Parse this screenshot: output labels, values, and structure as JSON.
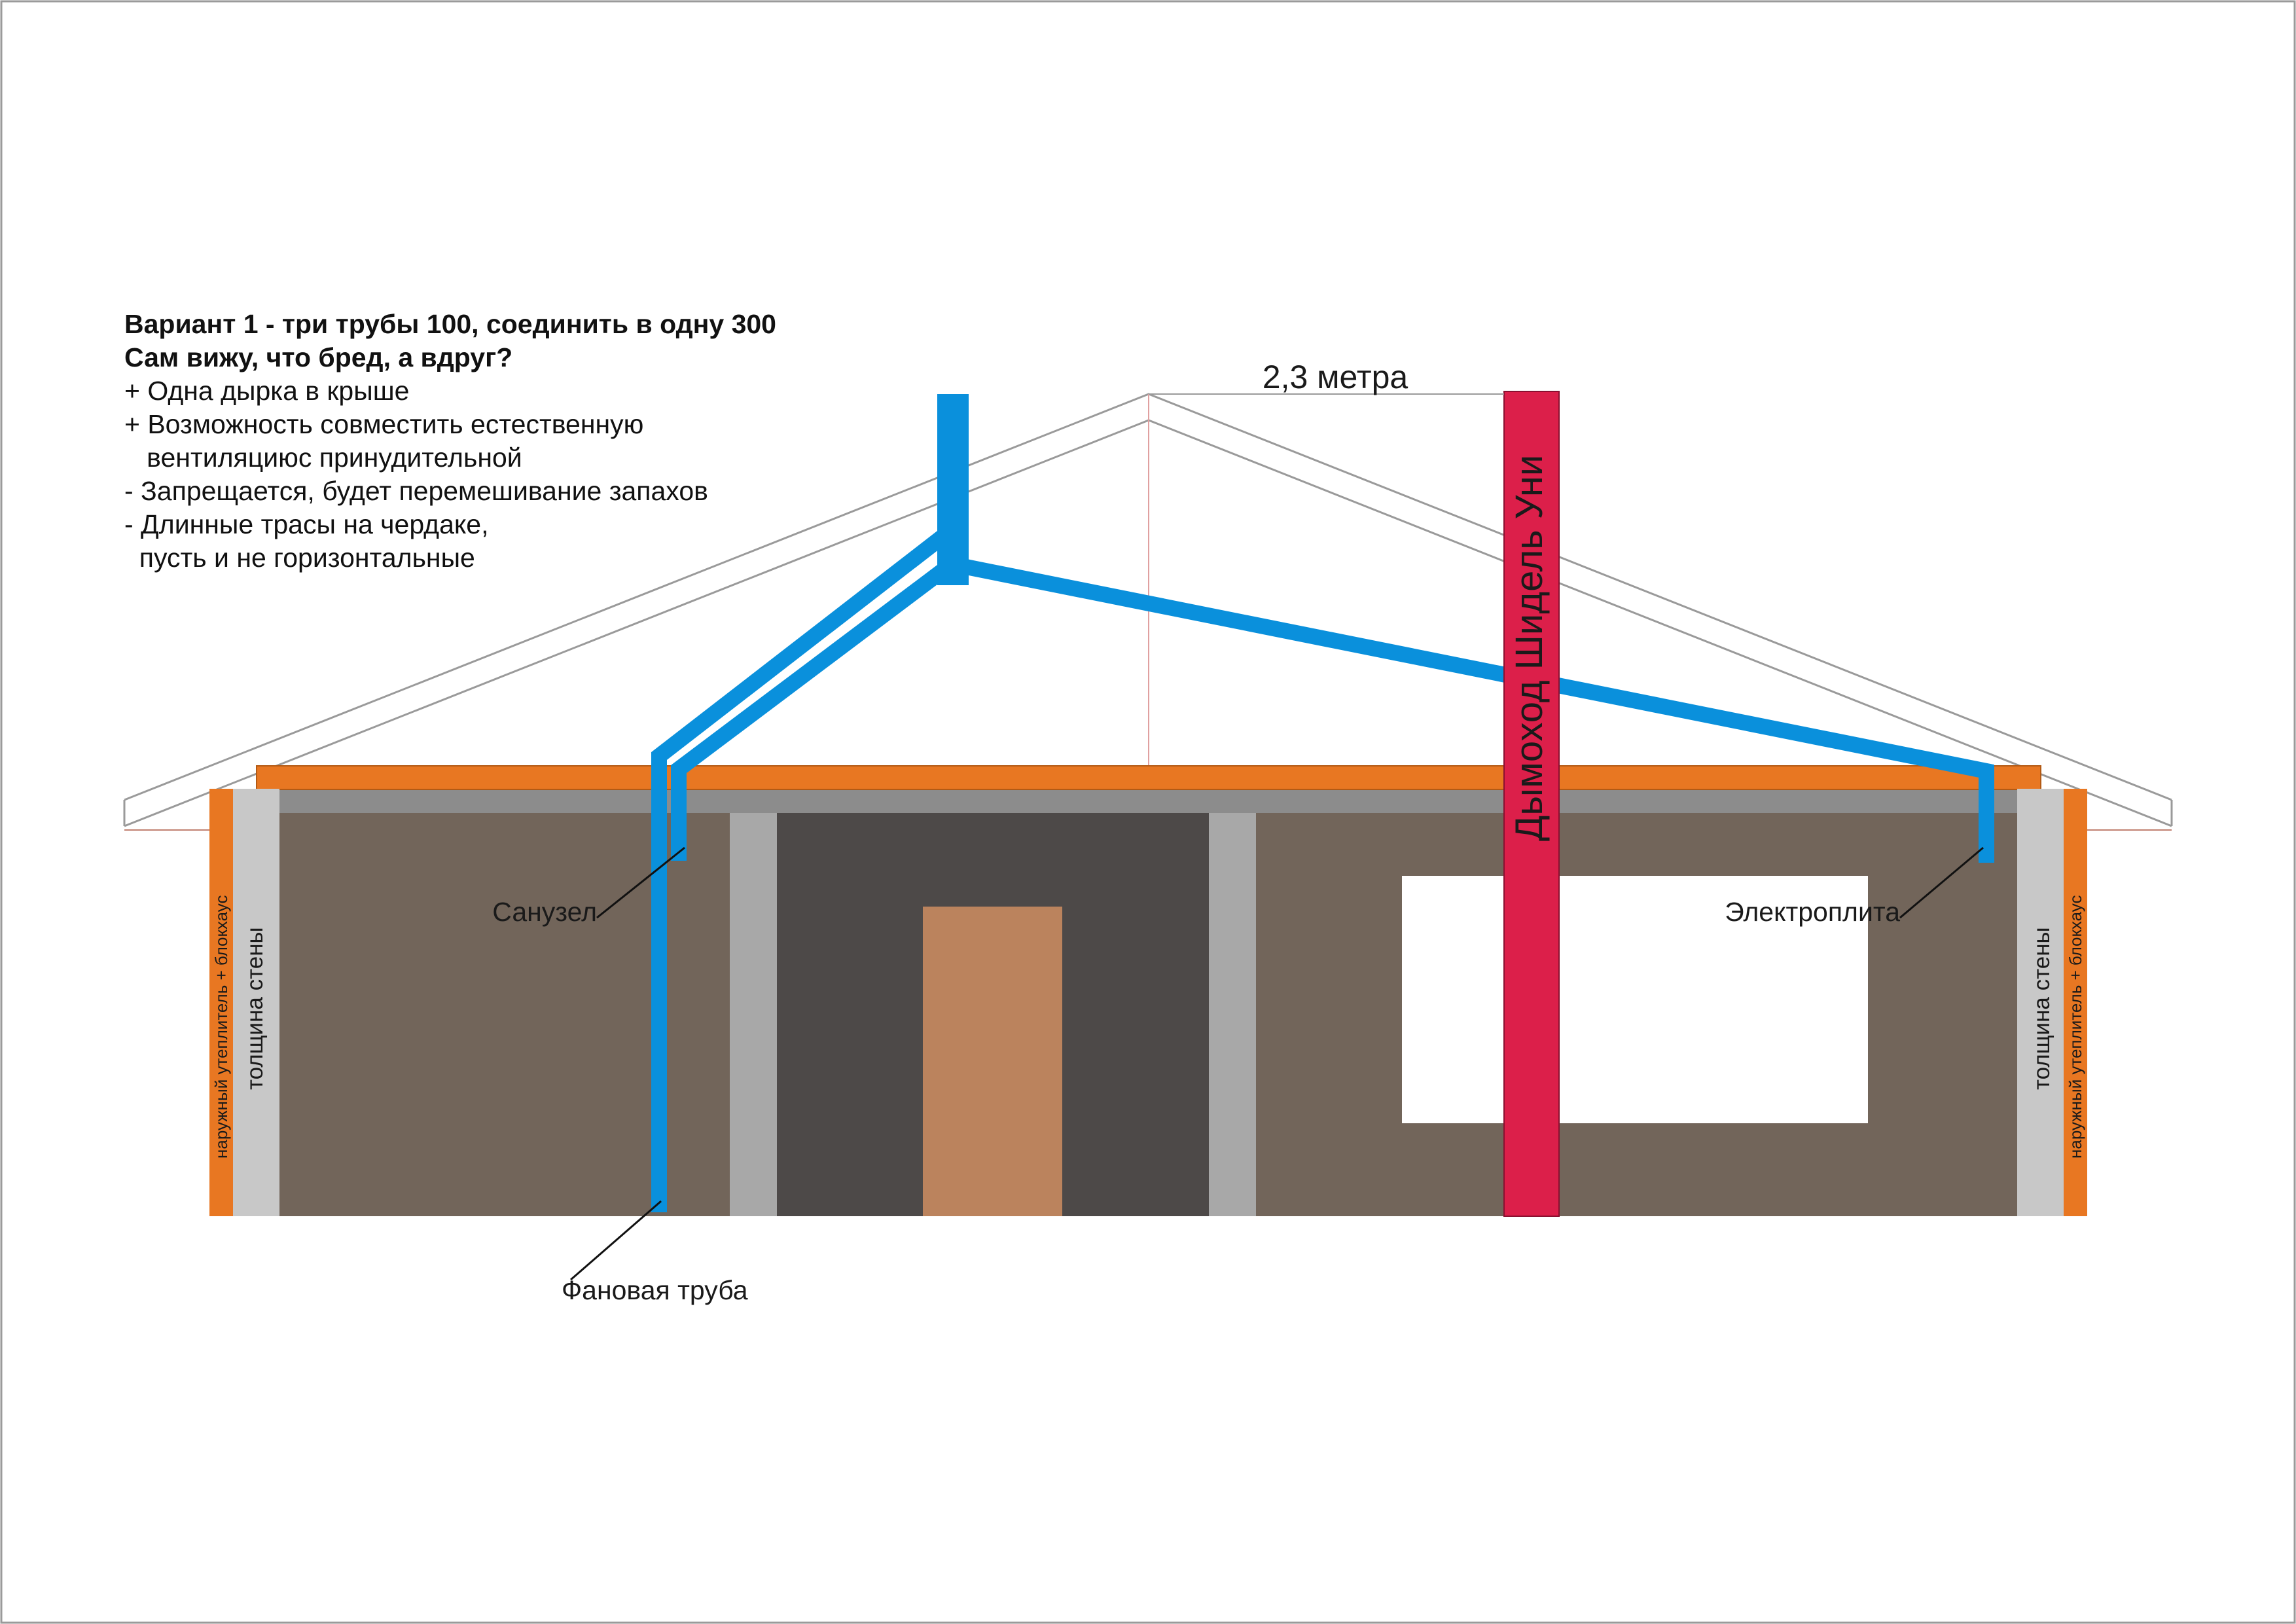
{
  "notes": {
    "title": "Вариант 1 - три трубы 100, соединить в одну 300",
    "subtitle": "Сам вижу, что бред, а вдруг?",
    "lines": [
      "+ Одна дырка в крыше",
      "+ Возможность совместить естественную",
      "   вентиляциюс принудительной",
      "- Запрещается, будет перемешивание запахов",
      "- Длинные трасы на чердаке,",
      "  пусть и не горизонтальные"
    ]
  },
  "labels": {
    "distance": "2,3 метра",
    "chimney": "Дымоход Шидель Уни",
    "bathroom": "Санузел",
    "stove": "Электроплита",
    "fan_pipe": "Фановая труба",
    "wall_left": "толщина стены",
    "wall_right": "толщина стены",
    "insulation_left": "наружный утеплитель + блокхаус",
    "insulation_right": "наружный утеплитель + блокхаус"
  },
  "colors": {
    "pipe": "#0a90dc",
    "chimney": "#dc1f4a",
    "insulation": "#e87722",
    "wall_layer": "#c8c8c8",
    "house_body": "#72655a",
    "inner_room": "#4d4948",
    "column": "#a8a8a8",
    "door": "#bb835d",
    "ceiling": "#8c8c8c",
    "roof_line": "#9a9a9a"
  }
}
